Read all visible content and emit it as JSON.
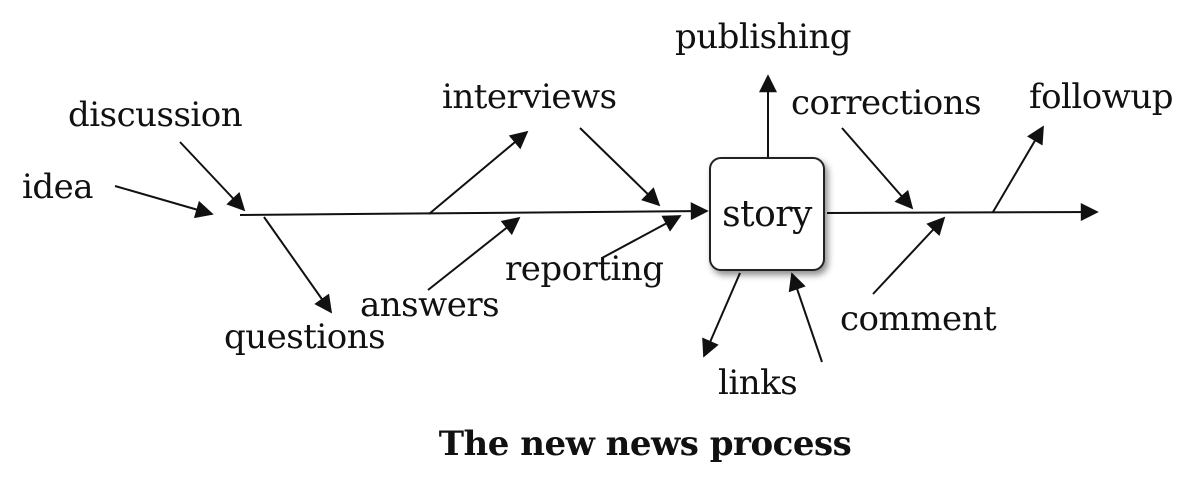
{
  "diagram": {
    "title": "The new news process",
    "center_node": "story",
    "labels": {
      "idea": "idea",
      "discussion": "discussion",
      "questions": "questions",
      "answers": "answers",
      "interviews": "interviews",
      "reporting": "reporting",
      "publishing": "publishing",
      "corrections": "corrections",
      "followup": "followup",
      "comment": "comment",
      "links": "links"
    },
    "colors": {
      "ink": "#111111",
      "background": "#ffffff"
    }
  }
}
